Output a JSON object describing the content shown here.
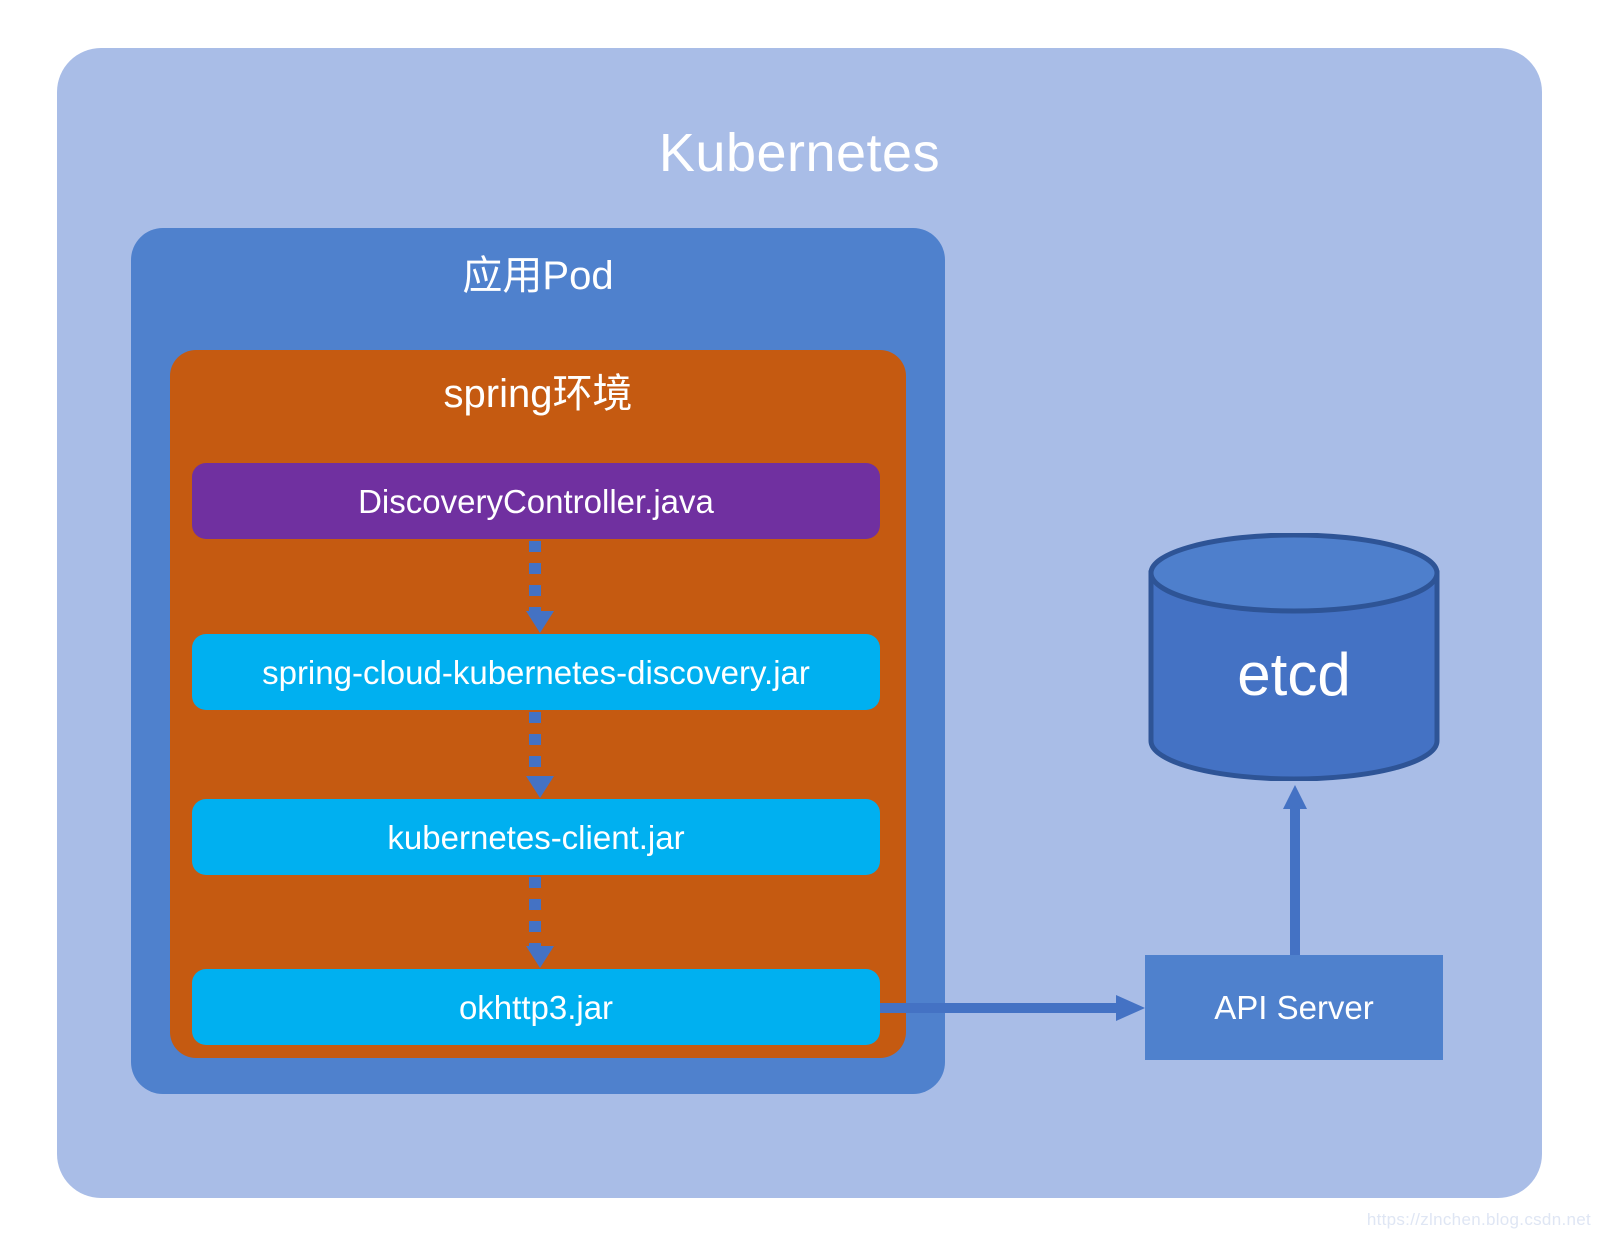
{
  "diagram": {
    "title": "Kubernetes",
    "outer_container": {
      "label": "Kubernetes",
      "color": "#a9bde7"
    },
    "pod": {
      "label": "应用Pod",
      "color": "#4f81cd"
    },
    "spring_env": {
      "label": "spring环境",
      "color": "#c55a11"
    },
    "components": [
      {
        "label": "DiscoveryController.java",
        "color": "#7030a0",
        "kind": "controller"
      },
      {
        "label": "spring-cloud-kubernetes-discovery.jar",
        "color": "#00b0f0",
        "kind": "jar"
      },
      {
        "label": "kubernetes-client.jar",
        "color": "#00b0f0",
        "kind": "jar"
      },
      {
        "label": "okhttp3.jar",
        "color": "#00b0f0",
        "kind": "jar"
      }
    ],
    "etcd": {
      "label": "etcd",
      "fill": "#4472c4",
      "stroke": "#2e5496",
      "shape": "cylinder"
    },
    "api_server": {
      "label": "API Server",
      "color": "#4f81cd"
    },
    "connectors": [
      {
        "from": "DiscoveryController.java",
        "to": "spring-cloud-kubernetes-discovery.jar",
        "style": "dotted",
        "color": "#4472c4"
      },
      {
        "from": "spring-cloud-kubernetes-discovery.jar",
        "to": "kubernetes-client.jar",
        "style": "dotted",
        "color": "#4472c4"
      },
      {
        "from": "kubernetes-client.jar",
        "to": "okhttp3.jar",
        "style": "dotted",
        "color": "#4472c4"
      },
      {
        "from": "okhttp3.jar",
        "to": "API Server",
        "style": "solid",
        "color": "#4472c4"
      },
      {
        "from": "API Server",
        "to": "etcd",
        "style": "solid",
        "color": "#4472c4"
      }
    ],
    "watermark": "https://zlnchen.blog.csdn.net"
  }
}
